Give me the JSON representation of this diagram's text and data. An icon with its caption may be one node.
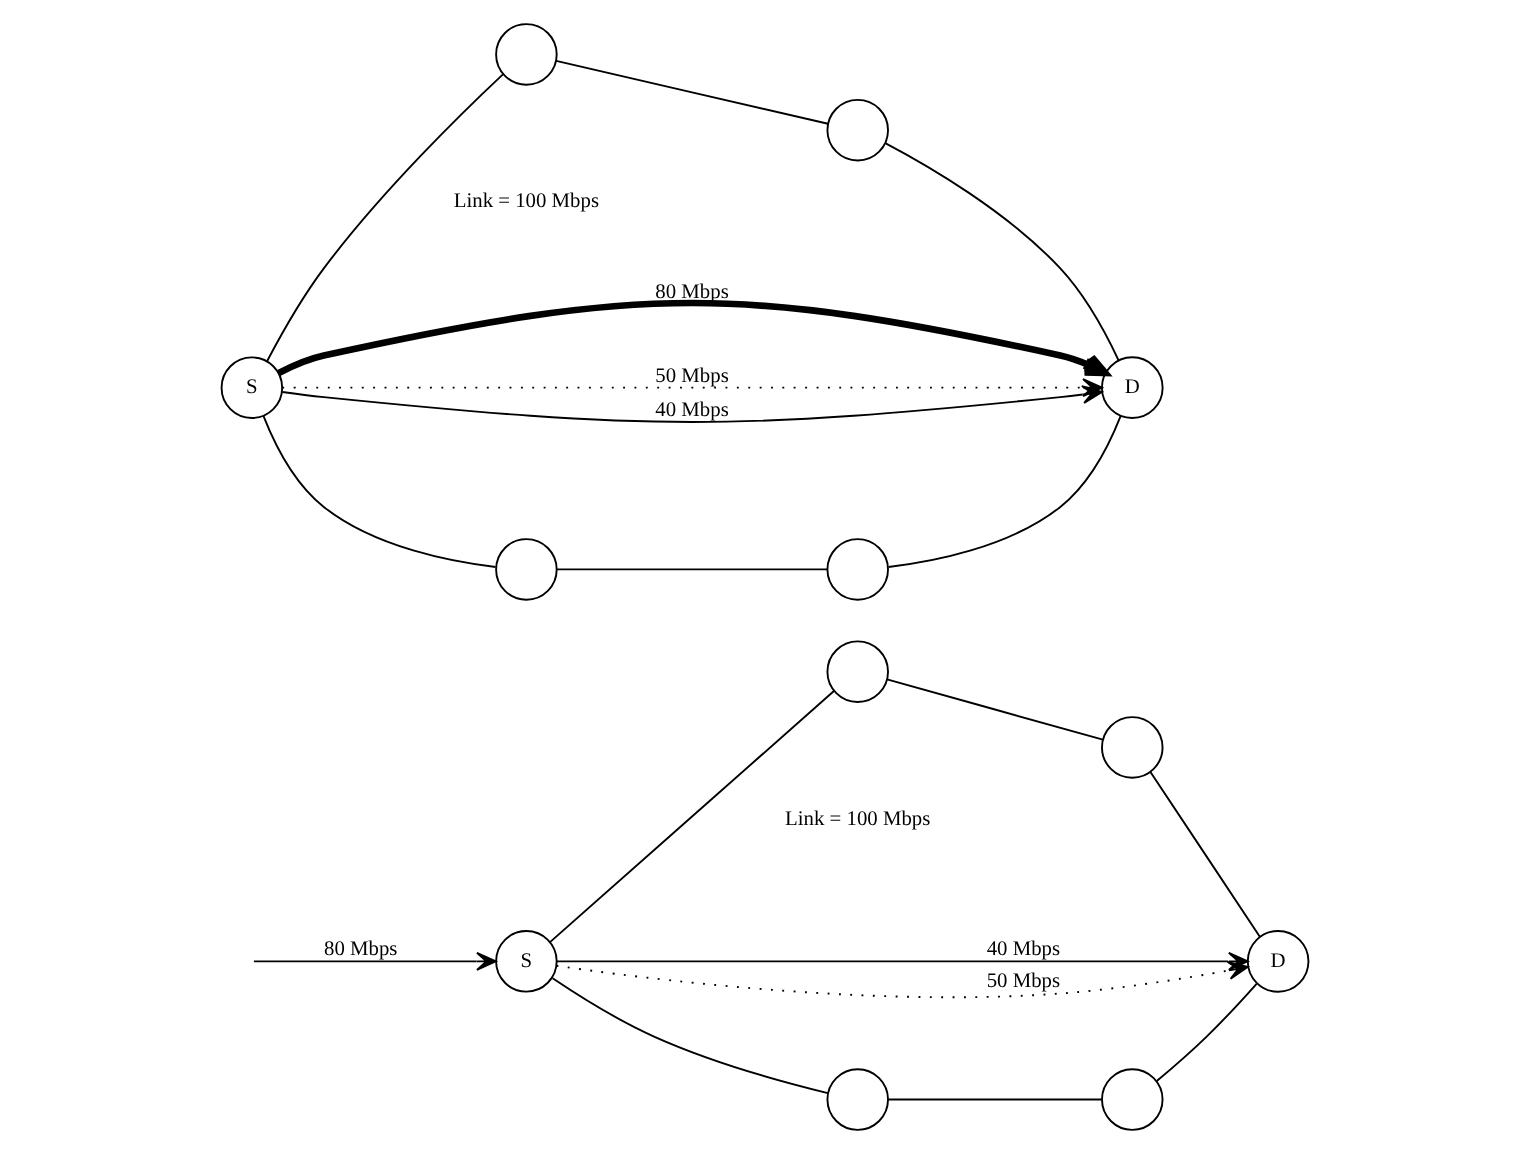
{
  "diagram": {
    "nodes": [
      {
        "text": [
          "S"
        ]
      },
      {
        "text": [],
        "shape": "circle"
      },
      {
        "text": [],
        "shape": "circle"
      },
      {
        "text": [
          "D"
        ]
      },
      {
        "text": [],
        "shape": "circle"
      },
      {
        "text": [],
        "shape": "circle"
      },
      {
        "text": [
          "S"
        ]
      },
      {
        "text": [],
        "shape": "circle"
      },
      {
        "text": [],
        "shape": "circle"
      },
      {
        "text": [
          "D"
        ]
      },
      {
        "text": [],
        "shape": "circle"
      },
      {
        "text": [],
        "shape": "circle"
      }
    ],
    "edges": [
      {
        "from": null,
        "to": 0,
        "arrow": "to",
        "label": "80 Mbps"
      },
      {
        "from": 0,
        "to": 1,
        "arrow": "none"
      },
      {
        "from": 1,
        "to": 2,
        "arrow": "none"
      },
      {
        "from": 2,
        "to": 3,
        "arrow": "none"
      },
      {
        "from": 0,
        "to": 4,
        "arrow": "none"
      },
      {
        "from": 4,
        "to": 5,
        "arrow": "none"
      },
      {
        "from": 5,
        "to": 3,
        "arrow": "none"
      },
      {
        "from": 0,
        "to": 3,
        "arrow": "to",
        "label": "40 Mbps"
      },
      {
        "from": 0,
        "to": 3,
        "arrow": "to",
        "label": "50 Mbps",
        "style": "dashed"
      },
      {
        "from": 6,
        "to": 7,
        "arrow": "none"
      },
      {
        "from": 7,
        "to": 8,
        "arrow": "none"
      },
      {
        "from": 8,
        "to": 9,
        "arrow": "none"
      },
      {
        "from": 6,
        "to": 10,
        "arrow": "none"
      },
      {
        "from": 10,
        "to": 11,
        "arrow": "none"
      },
      {
        "from": 11,
        "to": 9,
        "arrow": "none"
      },
      {
        "from": 6,
        "to": 9,
        "arrow": "to",
        "label": "80 Mbps",
        "style": "thick"
      },
      {
        "from": 6,
        "to": 9,
        "arrow": "to",
        "label": "50 Mbps",
        "style": "dashed"
      },
      {
        "from": 6,
        "to": 9,
        "arrow": "to",
        "label": "40 Mbps"
      }
    ],
    "labels": [
      "Link = 100 Mbps",
      "Link = 100 Mbps"
    ]
  }
}
